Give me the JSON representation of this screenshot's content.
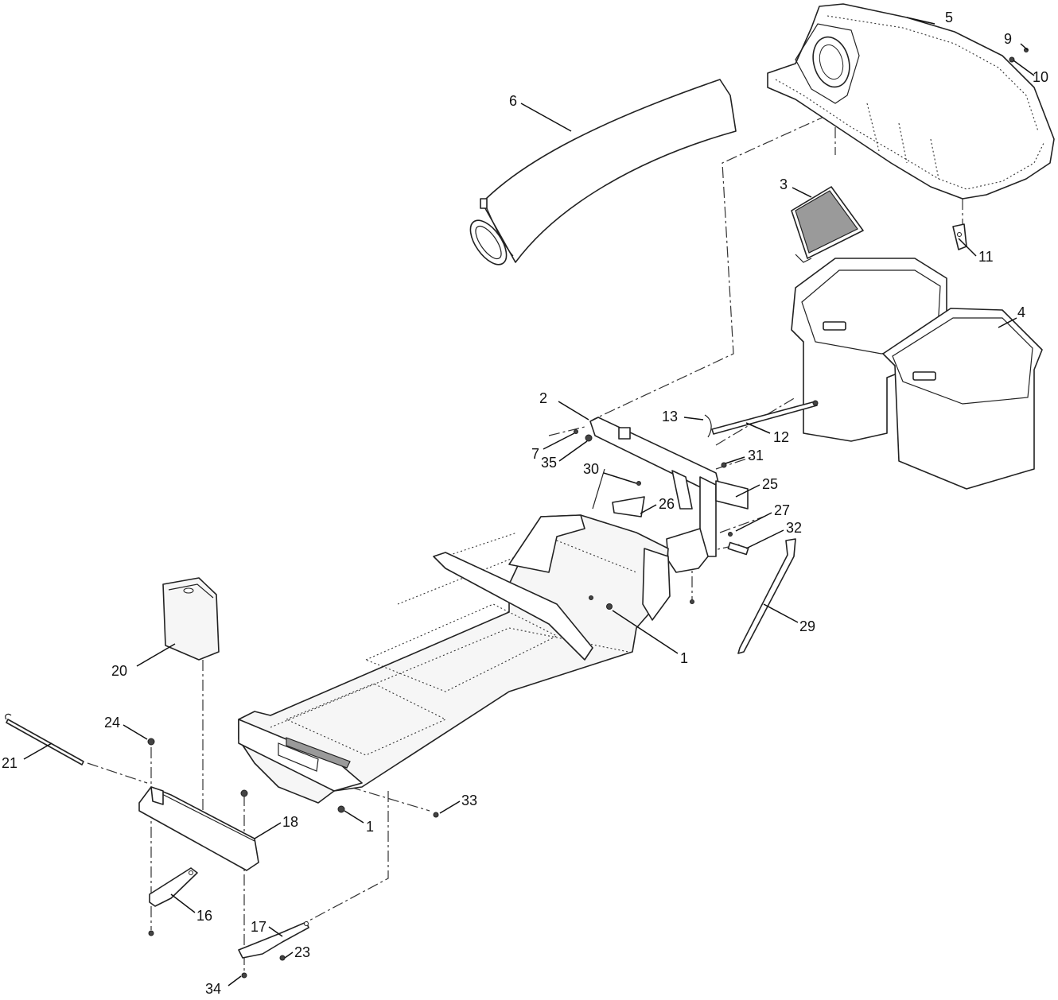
{
  "callouts": [
    {
      "id": "c5",
      "text": "5"
    },
    {
      "id": "c9",
      "text": "9"
    },
    {
      "id": "c10",
      "text": "10"
    },
    {
      "id": "c6",
      "text": "6"
    },
    {
      "id": "c3",
      "text": "3"
    },
    {
      "id": "c11",
      "text": "11"
    },
    {
      "id": "c4",
      "text": "4"
    },
    {
      "id": "c2",
      "text": "2"
    },
    {
      "id": "c13",
      "text": "13"
    },
    {
      "id": "c12",
      "text": "12"
    },
    {
      "id": "c7",
      "text": "7"
    },
    {
      "id": "c35",
      "text": "35"
    },
    {
      "id": "c31",
      "text": "31"
    },
    {
      "id": "c30",
      "text": "30"
    },
    {
      "id": "c25",
      "text": "25"
    },
    {
      "id": "c26",
      "text": "26"
    },
    {
      "id": "c27",
      "text": "27"
    },
    {
      "id": "c32",
      "text": "32"
    },
    {
      "id": "c29",
      "text": "29"
    },
    {
      "id": "c1a",
      "text": "1"
    },
    {
      "id": "c20",
      "text": "20"
    },
    {
      "id": "c24",
      "text": "24"
    },
    {
      "id": "c21",
      "text": "21"
    },
    {
      "id": "c33",
      "text": "33"
    },
    {
      "id": "c1b",
      "text": "1"
    },
    {
      "id": "c18",
      "text": "18"
    },
    {
      "id": "c16",
      "text": "16"
    },
    {
      "id": "c17",
      "text": "17"
    },
    {
      "id": "c23",
      "text": "23"
    },
    {
      "id": "c34",
      "text": "34"
    }
  ]
}
